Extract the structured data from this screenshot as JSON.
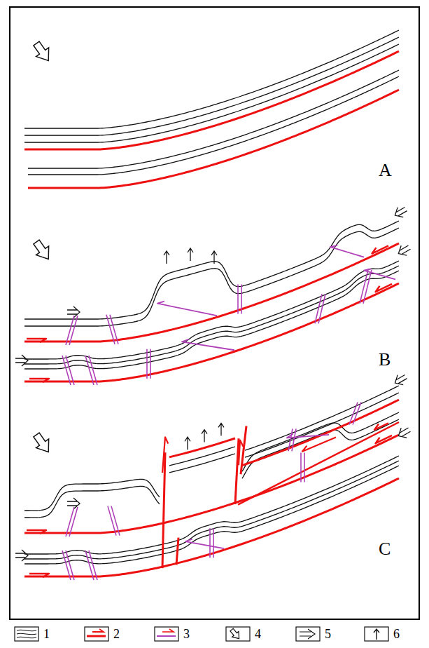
{
  "diagram": {
    "labels": [
      "A",
      "B",
      "C"
    ],
    "legend": [
      {
        "text": "1"
      },
      {
        "text": "2"
      },
      {
        "text": "3"
      },
      {
        "text": "4"
      },
      {
        "text": "5"
      },
      {
        "text": "6"
      }
    ]
  }
}
